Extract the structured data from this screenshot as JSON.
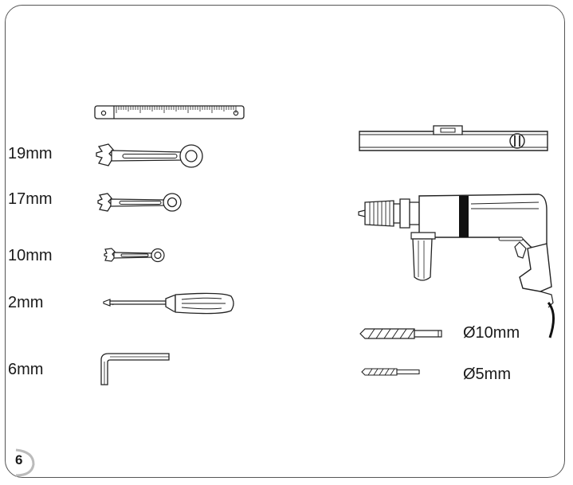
{
  "page": {
    "number": "6"
  },
  "tools_left": {
    "wrench_19": "19mm",
    "wrench_17": "17mm",
    "wrench_10": "10mm",
    "screwdriver": "2mm",
    "hex_key": "6mm"
  },
  "tools_right": {
    "drill_bit_large": "Ø10mm",
    "drill_bit_small": "Ø5mm"
  }
}
